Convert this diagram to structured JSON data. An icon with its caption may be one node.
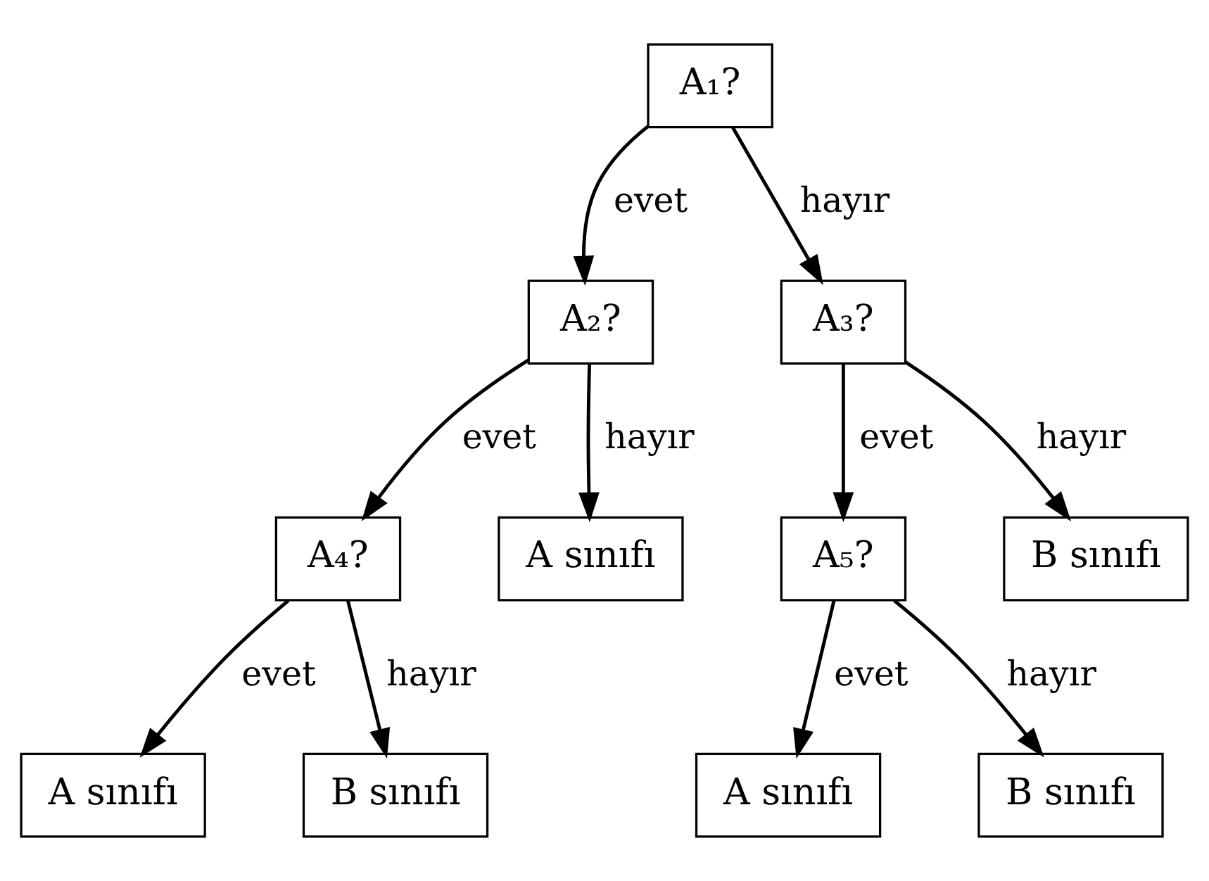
{
  "diagram": {
    "nodes": [
      {
        "text": [
          "A₁?"
        ]
      },
      {
        "text": [
          "A₂?"
        ]
      },
      {
        "text": [
          "A₃?"
        ]
      },
      {
        "text": [
          "A₄?"
        ]
      },
      {
        "text": [
          "A sınıfı"
        ]
      },
      {
        "text": [
          "A₅?"
        ]
      },
      {
        "text": [
          "B sınıfı"
        ]
      },
      {
        "text": [
          "A sınıfı"
        ]
      },
      {
        "text": [
          "B sınıfı"
        ]
      },
      {
        "text": [
          "A sınıfı"
        ]
      },
      {
        "text": [
          "B sınıfı"
        ]
      }
    ],
    "edges": [
      {
        "from": 0,
        "to": 1,
        "arrow": "to",
        "label": "evet"
      },
      {
        "from": 0,
        "to": 2,
        "arrow": "to",
        "label": "hayır"
      },
      {
        "from": 1,
        "to": 3,
        "arrow": "to",
        "label": "evet"
      },
      {
        "from": 1,
        "to": 4,
        "arrow": "to",
        "label": "hayır"
      },
      {
        "from": 2,
        "to": 5,
        "arrow": "to",
        "label": "evet"
      },
      {
        "from": 2,
        "to": 6,
        "arrow": "to",
        "label": "hayır"
      },
      {
        "from": 3,
        "to": 7,
        "arrow": "to",
        "label": "evet"
      },
      {
        "from": 3,
        "to": 8,
        "arrow": "to",
        "label": "hayır"
      },
      {
        "from": 5,
        "to": 9,
        "arrow": "to",
        "label": "evet"
      },
      {
        "from": 5,
        "to": 10,
        "arrow": "to",
        "label": "hayır"
      }
    ]
  }
}
